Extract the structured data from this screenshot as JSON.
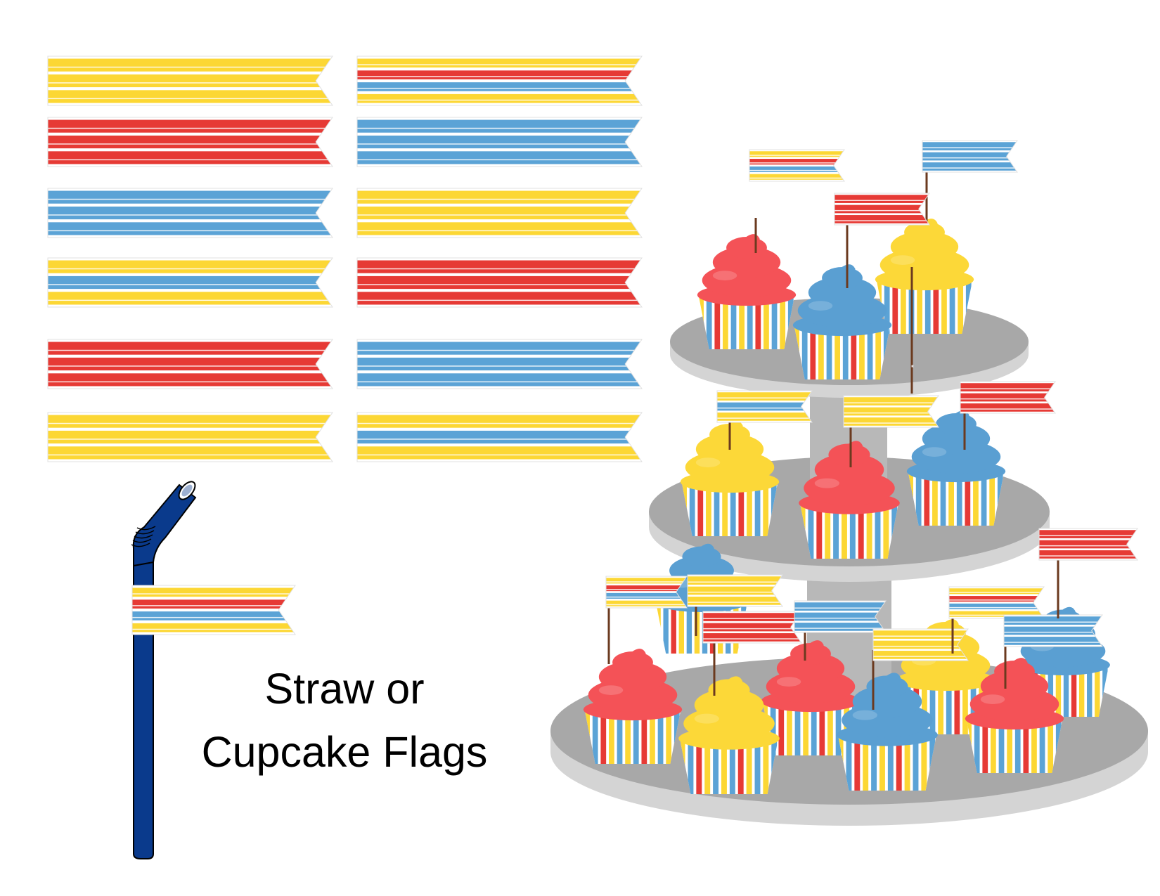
{
  "caption": {
    "line1": "Straw or",
    "line2": "Cupcake Flags"
  },
  "colors": {
    "yellow": "#fcd734",
    "blue": "#5ba3d6",
    "red": "#e63a35",
    "frosting_red": "#f45257",
    "frosting_blue": "#5a9fd2",
    "frosting_yellow": "#fcd838",
    "straw": "#0a3a8c",
    "tray": "#a8a8a8",
    "tray_edge": "#d4d4d4",
    "stick": "#6b3a1f"
  },
  "flag_styles": {
    "yellow": [
      "yellow",
      "yellow",
      "yellow"
    ],
    "blue": [
      "blue",
      "blue",
      "blue"
    ],
    "red": [
      "red",
      "red",
      "red"
    ],
    "mixed_yrb": [
      "yellow",
      "red",
      "blue",
      "yellow"
    ],
    "mixed_yb": [
      "yellow",
      "blue",
      "yellow"
    ]
  },
  "printable_flags": [
    "yellow",
    "red",
    "blue",
    "mixed_yb",
    "red",
    "yellow",
    "mixed_yrb",
    "blue",
    "yellow",
    "red",
    "blue",
    "mixed_yb"
  ],
  "straw_flag": "mixed_yrb",
  "icons": {
    "straw": "bendy-straw-icon",
    "stand": "cupcake-stand-icon"
  }
}
